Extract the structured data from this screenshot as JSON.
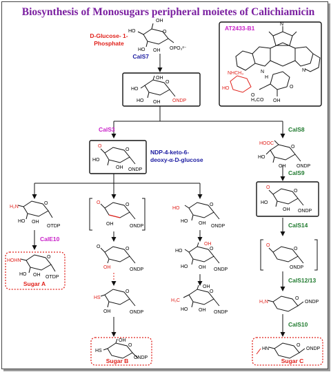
{
  "title": "Biosynthesis of Monosugars peripheral moietes of Calichiamicin",
  "colors": {
    "title": "#7a1fa0",
    "red_label": "#e0201a",
    "blue_label": "#1a1aa0",
    "magenta_label": "#c81ec8",
    "green_label": "#1f7a2e",
    "structure": "#111111",
    "highlight": "#e0201a"
  },
  "start_compound": {
    "line1": "D-Glucose- 1-",
    "line2": "Phosphate"
  },
  "natural_product": {
    "name": "AT2433-B1"
  },
  "intermediate": {
    "line1": "NDP-4-keto-6-",
    "line2": "deoxy-α-D-glucose"
  },
  "enzymes": {
    "cals7": "CalS7",
    "cals3": "CalS3",
    "cals8": "CalS8",
    "cals9": "CalS9",
    "cale10": "CalE10",
    "cals14": "CalS14",
    "cals12_13": "CalS12/13",
    "cals10": "CalS10"
  },
  "products": {
    "sugar_a": "Sugar A",
    "sugar_b": "Sugar B",
    "sugar_c": "Sugar C"
  },
  "atoms": {
    "oh": "OH",
    "ho": "HO",
    "o": "O",
    "n": "N",
    "h": "H",
    "hn": "HN",
    "hs": "HS",
    "h2n": "H₂N",
    "ndp": "ONDP",
    "otdp": "OTDP",
    "opo3": "OPO₃²⁻",
    "hooc": "HOOC",
    "hohn": "HOHN",
    "h3c": "H₃C",
    "h3co": "H₃CO",
    "nhch3": "NHCH₃"
  }
}
